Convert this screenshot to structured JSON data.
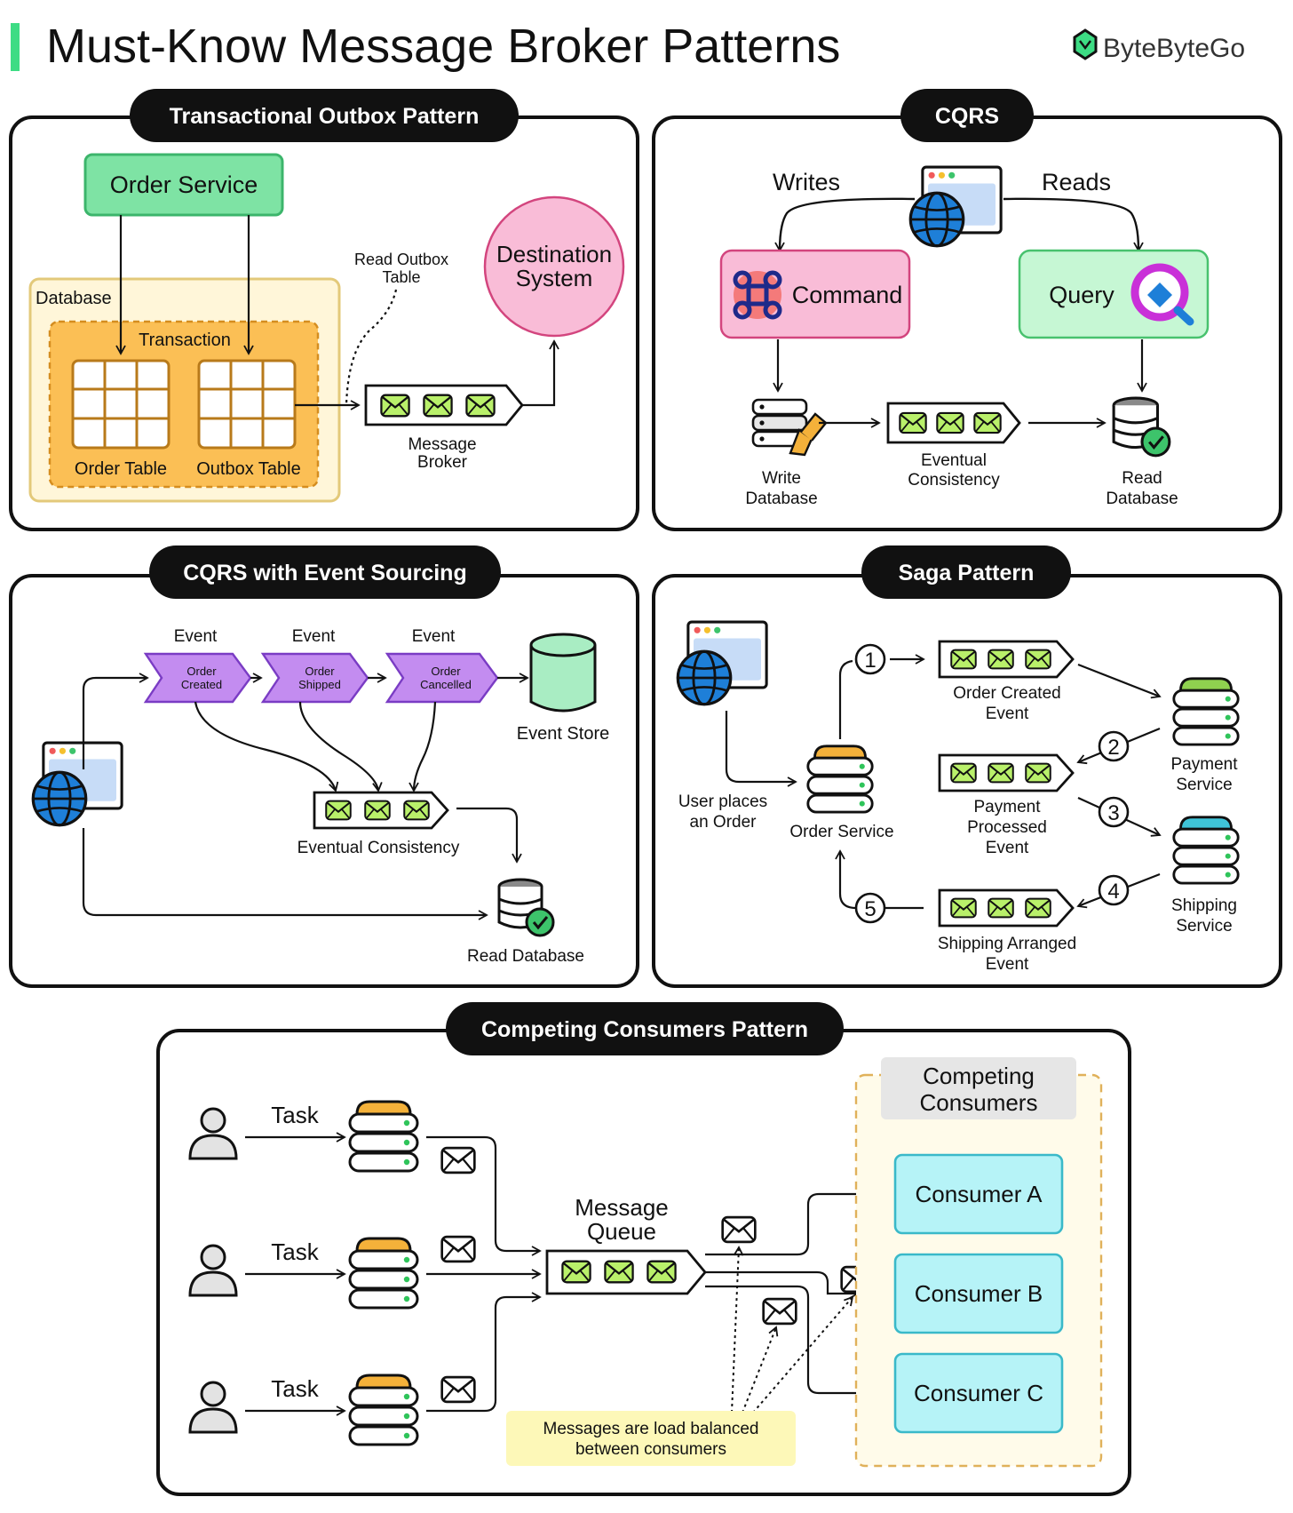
{
  "header": {
    "title": "Must-Know Message Broker Patterns",
    "brand": "ByteByteGo",
    "accent_color": "#3ddc84"
  },
  "outbox": {
    "title": "Transactional Outbox Pattern",
    "order_service": "Order Service",
    "database": "Database",
    "transaction": "Transaction",
    "order_table": "Order Table",
    "outbox_table": "Outbox Table",
    "read_outbox_line1": "Read Outbox",
    "read_outbox_line2": "Table",
    "broker_line1": "Message",
    "broker_line2": "Broker",
    "destination_line1": "Destination",
    "destination_line2": "System"
  },
  "cqrs": {
    "title": "CQRS",
    "writes": "Writes",
    "reads": "Reads",
    "command": "Command",
    "query": "Query",
    "write_db_line1": "Write",
    "write_db_line2": "Database",
    "eventual_line1": "Eventual",
    "eventual_line2": "Consistency",
    "read_db_line1": "Read",
    "read_db_line2": "Database"
  },
  "es": {
    "title": "CQRS with Event Sourcing",
    "event_label": "Event",
    "events": [
      {
        "line1": "Order",
        "line2": "Created"
      },
      {
        "line1": "Order",
        "line2": "Shipped"
      },
      {
        "line1": "Order",
        "line2": "Cancelled"
      }
    ],
    "event_store": "Event Store",
    "eventual": "Eventual Consistency",
    "read_db": "Read Database"
  },
  "saga": {
    "title": "Saga Pattern",
    "user_line1": "User places",
    "user_line2": "an Order",
    "order_service": "Order Service",
    "order_created_line1": "Order Created",
    "order_created_line2": "Event",
    "payment_processed_line1": "Payment",
    "payment_processed_line2": "Processed",
    "payment_processed_line3": "Event",
    "shipping_arranged_line1": "Shipping Arranged",
    "shipping_arranged_line2": "Event",
    "payment_service_line1": "Payment",
    "payment_service_line2": "Service",
    "shipping_service_line1": "Shipping",
    "shipping_service_line2": "Service",
    "steps": [
      "1",
      "2",
      "3",
      "4",
      "5"
    ]
  },
  "cc": {
    "title": "Competing Consumers Pattern",
    "task": "Task",
    "queue_line1": "Message",
    "queue_line2": "Queue",
    "group_line1": "Competing",
    "group_line2": "Consumers",
    "consumers": [
      "Consumer A",
      "Consumer B",
      "Consumer C"
    ],
    "note_line1": "Messages are load balanced",
    "note_line2": "between consumers"
  }
}
